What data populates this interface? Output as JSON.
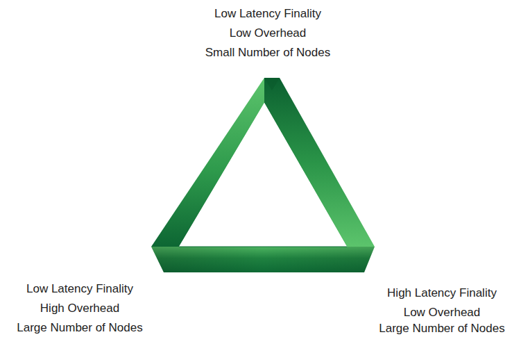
{
  "diagram": {
    "labels": [
      "Low Latency Finality",
      "Low Overhead",
      "Small Number of Nodes",
      "Low Latency Finality",
      "High Overhead",
      "Large Number of Nodes",
      "High Latency Finality",
      "Low Overhead",
      "Large Number of Nodes"
    ]
  }
}
